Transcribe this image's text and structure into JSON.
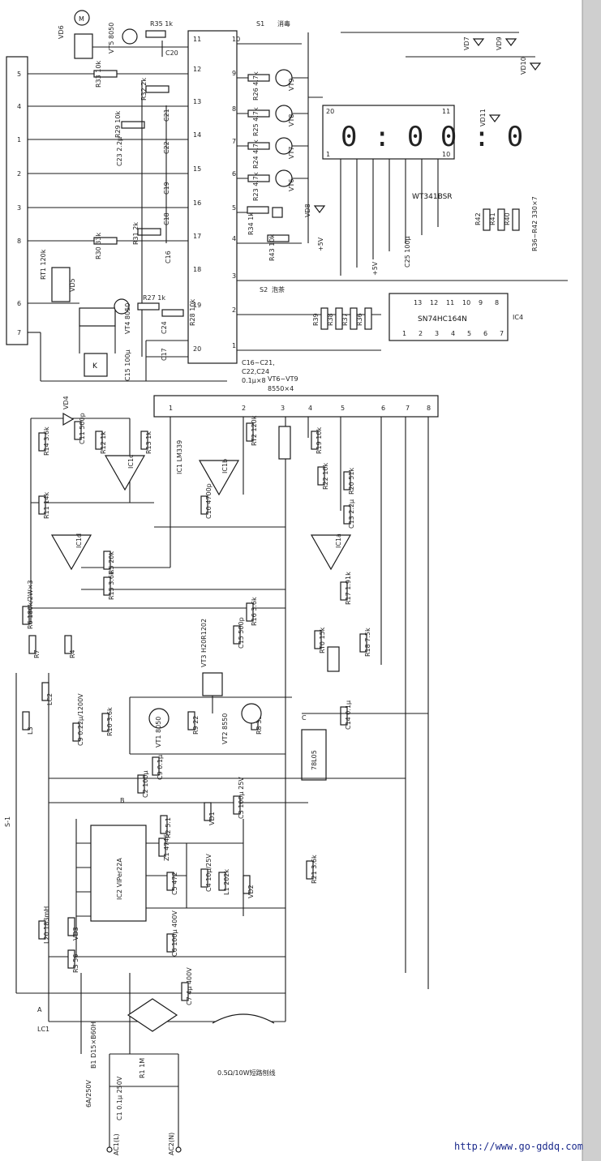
{
  "url": "http://www.go-gddq.com",
  "display": {
    "part": "WT341BSR",
    "digits": "0 : 0 0 : 0"
  },
  "ic_labels": {
    "ic4": "SN74HC164N",
    "ic4_ref": "IC4",
    "ic2": "IC2 VIPer22A",
    "ic1_comp": "IC1 LM339",
    "ic1a": "IC1a",
    "ic1b": "IC1b",
    "ic1c": "IC1c",
    "ic1d": "IC1d",
    "reg": "78L05"
  },
  "connector_top": [
    "5",
    "4",
    "1",
    "2",
    "3",
    "8",
    "6",
    "7"
  ],
  "connector_mid": [
    "1",
    "2",
    "3",
    "4",
    "5",
    "6",
    "7",
    "8"
  ],
  "mcu_pins_right": [
    "10",
    "9",
    "8",
    "7",
    "6",
    "5",
    "4",
    "3",
    "2",
    "1"
  ],
  "mcu_pins_left": [
    "11",
    "12",
    "13",
    "14",
    "15",
    "16",
    "17",
    "18",
    "19",
    "20"
  ],
  "labels": {
    "s1": "S1",
    "s1_name": "消毒",
    "s2": "S2",
    "s2_name": "泡茶",
    "vt5": "VT5 8050",
    "vt4": "VT4 8050",
    "vt6_9": "VT6~VT9",
    "vt6_9_val": "8550×4",
    "vt1": "VT1 8050",
    "vt2": "VT2 8550",
    "vt3": "VT3 H20R1202",
    "vd4": "VD4",
    "vd5": "VD5",
    "vd6": "VD6",
    "vd7": "VD7",
    "vd8": "VD8",
    "vd9": "VD9",
    "vd10": "VD10",
    "vd11": "VD11",
    "vd1": "VD1",
    "vd2": "VD2",
    "vd3": "VD3",
    "vt6": "VT6",
    "vt7": "VT7",
    "vt8": "VT8",
    "vt9": "VT9",
    "r35": "R35 1k",
    "r33": "R33 10k",
    "r32": "R32 2k",
    "r29": "R29 10k",
    "r31": "R31 2k",
    "r30": "R30 33k",
    "r27": "R27 1k",
    "r28": "R28 10k",
    "r26": "R26 4.7k",
    "r25": "R25 4.7k",
    "r24": "R24 4.7k",
    "r23": "R23 4.7k",
    "r34": "R34 1k",
    "r43": "R43 10k",
    "r39": "R39",
    "r38": "R38",
    "r37": "R37",
    "r36": "R36",
    "r40": "R40",
    "r41": "R41",
    "r42": "R42",
    "r36_42": "R36~R42 330×7",
    "c20": "C20",
    "c21": "C21",
    "c22": "C22",
    "c23": "C23 2.2μ",
    "c19": "C19",
    "c18": "C18",
    "c16": "C16",
    "c24": "C24",
    "c17": "C17",
    "c15": "C15 100μ",
    "c16_21": "C16~C21,",
    "c22_24": "C22,C24",
    "c_val": "0.1μ×8",
    "c25": "C25 100μ",
    "p5v": "+5V",
    "p5v2": "+5V",
    "rt1": "RT1 120k",
    "k": "K",
    "m": "M",
    "r14": "R14 3.6k",
    "c11": "C11 500p",
    "r12": "R12 1k",
    "r13": "R13 1k",
    "r11": "R11 14k",
    "r5": "R5 20k",
    "r15": "R15 3.6k",
    "r6": "R6 180k/2W×3",
    "r7": "R7",
    "r4": "R4",
    "c10": "C10 4700p",
    "rt2": "RT2 120k",
    "r19": "R19 10k",
    "r22": "R22 10k",
    "r20": "R20 51k",
    "c13": "C13 2.2μ",
    "r17": "R17 1.91k",
    "r16": "R16 3.6k",
    "c15b": "C15 500p",
    "rt0": "RT0 15k",
    "r18": "R18 7.5k",
    "c14": "C14 0.1μ",
    "r10": "R10 3.6k",
    "r9": "R9 22",
    "r8": "R8 33k",
    "c9": "C9 0.1μ",
    "c2": "C2 100μ",
    "r2": "R2 5.1",
    "z1": "Z1 4746",
    "c3": "C3 100μ 25V",
    "c5": "C5 472",
    "c4": "C4 10μ/25V",
    "l1": "L1 202k",
    "r21": "R21 3.6k",
    "c6": "C6 100μ 400V",
    "c7": "C7 4μ 400V",
    "r3": "R3 56",
    "l20": "L20 183mH",
    "l3": "L3",
    "lc2": "LC2",
    "c9b": "C9 0.22μ/1200V",
    "s_1": "S-1",
    "a": "A",
    "b": "B",
    "c": "C",
    "lc1": "LC1",
    "bridge": "B1 D15×B60H",
    "r1": "R1 1M",
    "c1": "C1 0.1μ 250V",
    "fuse": "6A/250V",
    "ac1": "AC1(L)",
    "ac2": "AC2(N)",
    "shunt": "0.5Ω/10W短路刨线",
    "pin_nums": [
      "13",
      "12",
      "11",
      "10",
      "9",
      "8",
      "1",
      "2",
      "3",
      "4",
      "5",
      "6",
      "7"
    ]
  }
}
